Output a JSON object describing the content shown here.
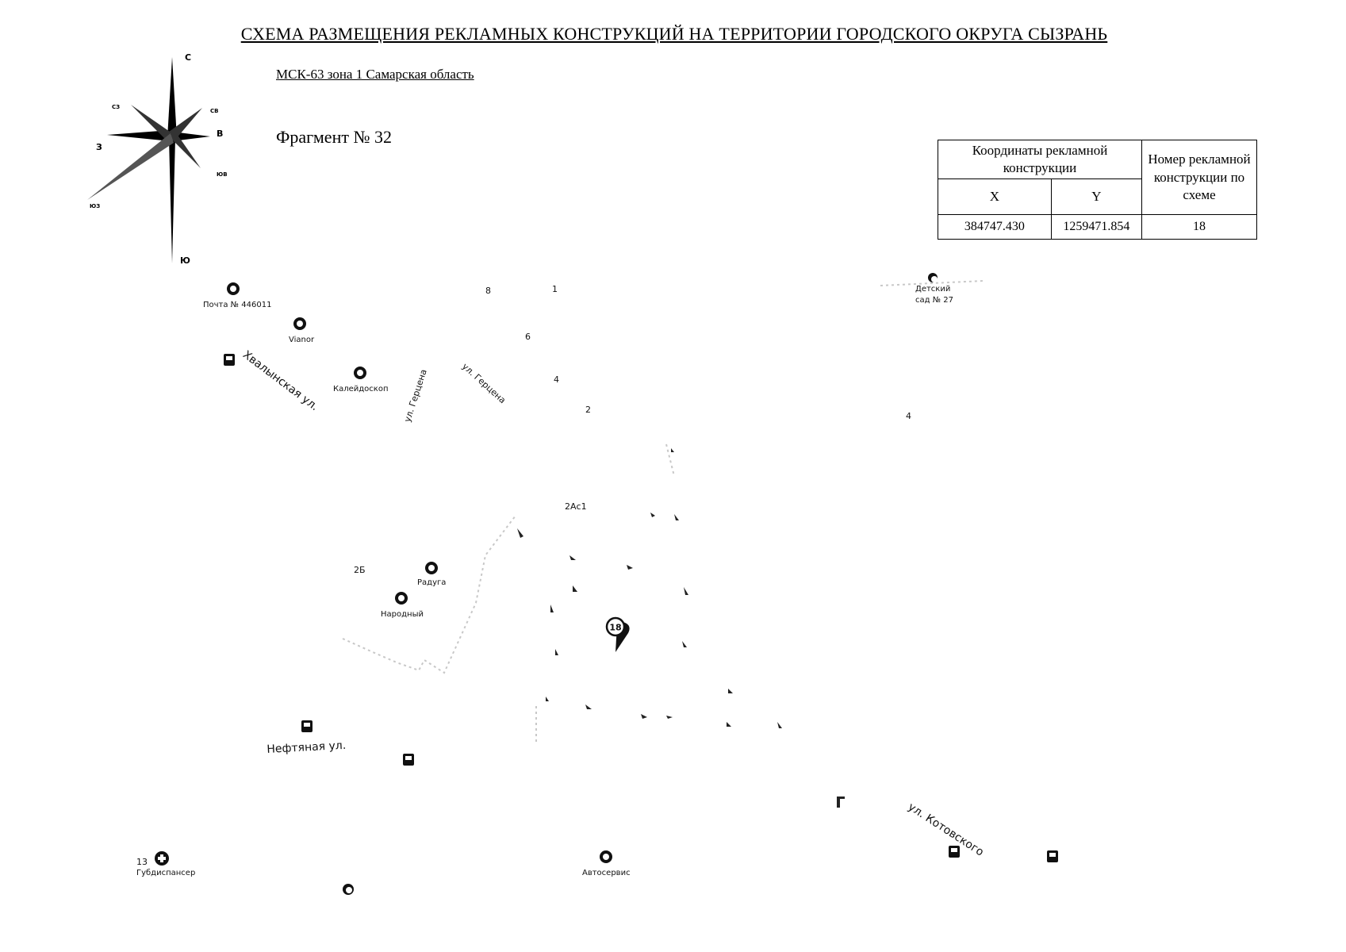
{
  "header": {
    "title": "СХЕМА РАЗМЕЩЕНИЯ РЕКЛАМНЫХ КОНСТРУКЦИЙ НА ТЕРРИТОРИИ ГОРОДСКОГО ОКРУГА СЫЗРАНЬ",
    "coordinate_system": "МСК-63 зона 1 Самарская область",
    "fragment": "Фрагмент № 32"
  },
  "compass": {
    "n": "С",
    "s": "Ю",
    "w": "З",
    "e": "В",
    "nw": "СЗ",
    "ne": "СВ",
    "se": "ЮВ",
    "sw": "ЮЗ"
  },
  "coords_table": {
    "header_coords": "Координаты рекламной конструкции",
    "header_number": "Номер рекламной конструкции по схеме",
    "col_x": "X",
    "col_y": "Y",
    "rows": [
      {
        "x": "384747.430",
        "y": "1259471.854",
        "number": "18"
      }
    ]
  },
  "map": {
    "streets": {
      "khvalynskaya": "Хвалынская ул.",
      "gertsena_1": "ул. Герцена",
      "gertsena_2": "ул. Герцена",
      "neftyanaya": "Нефтяная ул.",
      "kotovskogo": "ул. Котовского"
    },
    "pois": {
      "post": "Почта № 446011",
      "vianor": "Vianor",
      "kaleidoskop": "Калейдоскоп",
      "kindergarten_1": "Детский",
      "kindergarten_2": "сад № 27",
      "raduga": "Радуга",
      "narodny": "Народный",
      "gubdispanser": "Губдиспансер",
      "avtoservis": "Автосервис"
    },
    "house_numbers": {
      "n8": "8",
      "n1": "1",
      "n6": "6",
      "n4a": "4",
      "n2": "2",
      "n4b": "4",
      "n2ac1": "2Ас1",
      "n2b": "2Б",
      "n13": "13"
    },
    "marker": {
      "number": "18"
    }
  }
}
